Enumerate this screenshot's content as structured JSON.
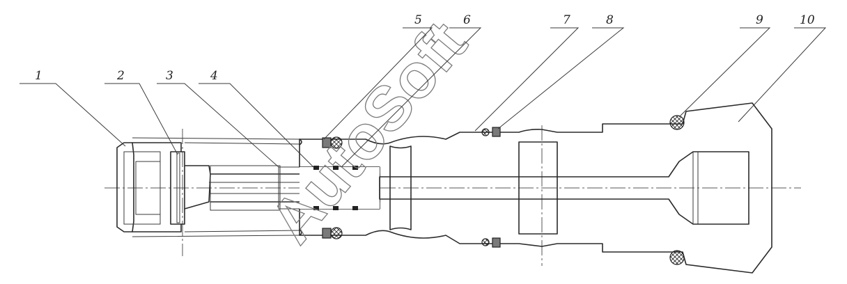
{
  "callouts": [
    "1",
    "2",
    "3",
    "4",
    "5",
    "6",
    "7",
    "8",
    "9",
    "10"
  ],
  "watermark": "AutoSoft"
}
